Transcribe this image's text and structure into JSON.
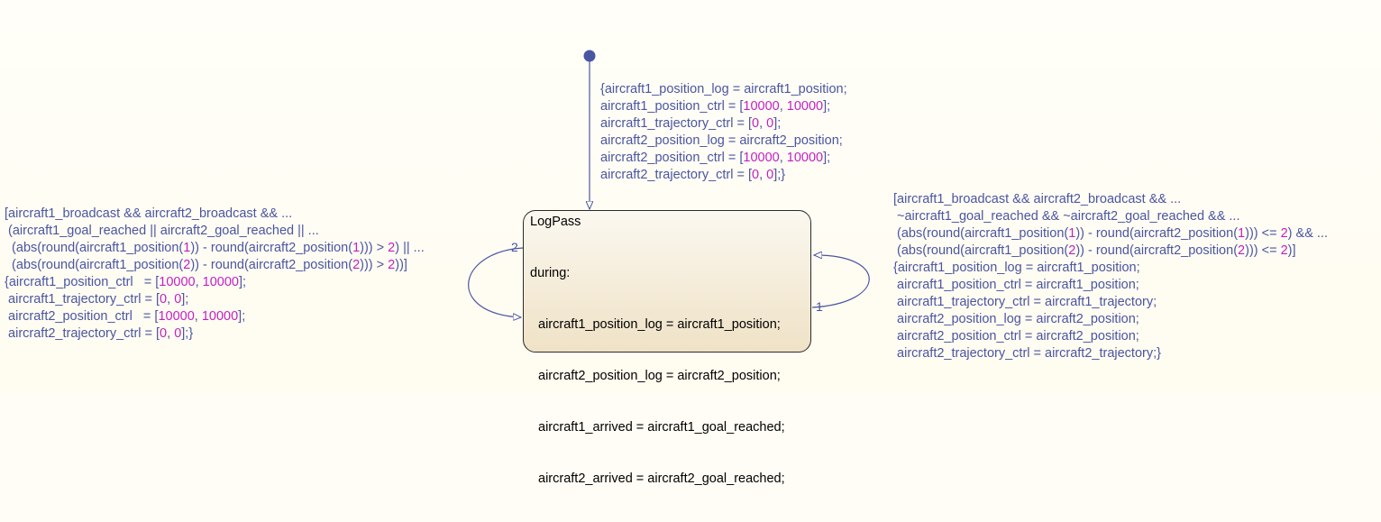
{
  "colors": {
    "background": "#fffdf5",
    "transition_line": "#4a55a2",
    "label_text": "#4a55a2",
    "numeric_literal": "#c21fc2",
    "state_border": "#2b2b2b",
    "state_fill_top": "#fbf8f0",
    "state_fill_bottom": "#efe2c6"
  },
  "default_transition": {
    "label_lines": [
      [
        {
          "t": "{aircraft1_position_log = aircraft1_position;"
        }
      ],
      [
        {
          "t": "aircraft1_position_ctrl = ["
        },
        {
          "t": "10000",
          "num": true
        },
        {
          "t": ", "
        },
        {
          "t": "10000",
          "num": true
        },
        {
          "t": "];"
        }
      ],
      [
        {
          "t": "aircraft1_trajectory_ctrl = ["
        },
        {
          "t": "0",
          "num": true
        },
        {
          "t": ", "
        },
        {
          "t": "0",
          "num": true
        },
        {
          "t": "];"
        }
      ],
      [
        {
          "t": "aircraft2_position_log = aircraft2_position;"
        }
      ],
      [
        {
          "t": "aircraft2_position_ctrl = ["
        },
        {
          "t": "10000",
          "num": true
        },
        {
          "t": ", "
        },
        {
          "t": "10000",
          "num": true
        },
        {
          "t": "];"
        }
      ],
      [
        {
          "t": "aircraft2_trajectory_ctrl = ["
        },
        {
          "t": "0",
          "num": true
        },
        {
          "t": ", "
        },
        {
          "t": "0",
          "num": true
        },
        {
          "t": "];}"
        }
      ]
    ]
  },
  "state": {
    "name": "LogPass",
    "during_label": "during:",
    "actions": [
      "aircraft1_position_log = aircraft1_position;",
      "aircraft2_position_log = aircraft2_position;",
      "aircraft1_arrived = aircraft1_goal_reached;",
      "aircraft2_arrived = aircraft2_goal_reached;"
    ]
  },
  "left_transition": {
    "order": "2",
    "label_lines": [
      [
        {
          "t": "[aircraft1_broadcast && aircraft2_broadcast && ..."
        }
      ],
      [
        {
          "t": " (aircraft1_goal_reached || aircraft2_goal_reached || ..."
        }
      ],
      [
        {
          "t": "  (abs(round(aircraft1_position("
        },
        {
          "t": "1",
          "num": true
        },
        {
          "t": ")) - round(aircraft2_position("
        },
        {
          "t": "1",
          "num": true
        },
        {
          "t": "))) > "
        },
        {
          "t": "2",
          "num": true
        },
        {
          "t": ") || ..."
        }
      ],
      [
        {
          "t": "  (abs(round(aircraft1_position("
        },
        {
          "t": "2",
          "num": true
        },
        {
          "t": ")) - round(aircraft2_position("
        },
        {
          "t": "2",
          "num": true
        },
        {
          "t": "))) > "
        },
        {
          "t": "2",
          "num": true
        },
        {
          "t": "))]"
        }
      ],
      [
        {
          "t": "{aircraft1_position_ctrl   = ["
        },
        {
          "t": "10000",
          "num": true
        },
        {
          "t": ", "
        },
        {
          "t": "10000",
          "num": true
        },
        {
          "t": "];"
        }
      ],
      [
        {
          "t": " aircraft1_trajectory_ctrl = ["
        },
        {
          "t": "0",
          "num": true
        },
        {
          "t": ", "
        },
        {
          "t": "0",
          "num": true
        },
        {
          "t": "];"
        }
      ],
      [
        {
          "t": " aircraft2_position_ctrl   = ["
        },
        {
          "t": "10000",
          "num": true
        },
        {
          "t": ", "
        },
        {
          "t": "10000",
          "num": true
        },
        {
          "t": "];"
        }
      ],
      [
        {
          "t": " aircraft2_trajectory_ctrl = ["
        },
        {
          "t": "0",
          "num": true
        },
        {
          "t": ", "
        },
        {
          "t": "0",
          "num": true
        },
        {
          "t": "];}"
        }
      ]
    ]
  },
  "right_transition": {
    "order": "1",
    "label_lines": [
      [
        {
          "t": "[aircraft1_broadcast && aircraft2_broadcast && ..."
        }
      ],
      [
        {
          "t": " ~aircraft1_goal_reached && ~aircraft2_goal_reached && ..."
        }
      ],
      [
        {
          "t": " (abs(round(aircraft1_position("
        },
        {
          "t": "1",
          "num": true
        },
        {
          "t": ")) - round(aircraft2_position("
        },
        {
          "t": "1",
          "num": true
        },
        {
          "t": "))) <= "
        },
        {
          "t": "2",
          "num": true
        },
        {
          "t": ") && ..."
        }
      ],
      [
        {
          "t": " (abs(round(aircraft1_position("
        },
        {
          "t": "2",
          "num": true
        },
        {
          "t": ")) - round(aircraft2_position("
        },
        {
          "t": "2",
          "num": true
        },
        {
          "t": "))) <= "
        },
        {
          "t": "2",
          "num": true
        },
        {
          "t": ")]"
        }
      ],
      [
        {
          "t": "{aircraft1_position_log = aircraft1_position;"
        }
      ],
      [
        {
          "t": " aircraft1_position_ctrl = aircraft1_position;"
        }
      ],
      [
        {
          "t": " aircraft1_trajectory_ctrl = aircraft1_trajectory;"
        }
      ],
      [
        {
          "t": " aircraft2_position_log = aircraft2_position;"
        }
      ],
      [
        {
          "t": " aircraft2_position_ctrl = aircraft2_position;"
        }
      ],
      [
        {
          "t": " aircraft2_trajectory_ctrl = aircraft2_trajectory;}"
        }
      ]
    ]
  }
}
